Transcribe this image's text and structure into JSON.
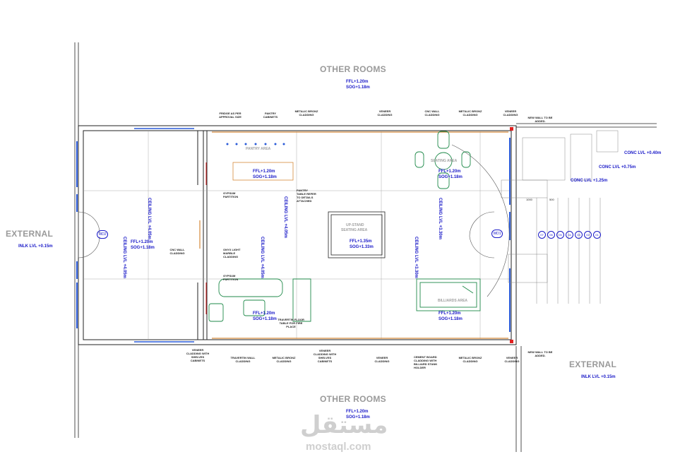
{
  "labels": {
    "other_rooms_top": "OTHER ROOMS",
    "other_rooms_bottom": "OTHER ROOMS",
    "external_left": "EXTERNAL",
    "external_right": "EXTERNAL",
    "pantry_area": "PANTRY AREA",
    "seating_area": "SEATING AREA",
    "upstand_title": "UP-STAND",
    "upstand_subtitle": "SEATING AREA",
    "billiards_area": "BILLIARDS AREA"
  },
  "levels": {
    "ffl_120": "FFL+1.20m",
    "sog_118": "SOG+1.18m",
    "ffl_135": "FFL+1.35m",
    "sog_133": "SOG+1.33m",
    "inlk": "INLK LVL +0.15m",
    "conc_040": "CONC LVL +0.40m",
    "conc_075": "CONC LVL +0.75m",
    "conc_125": "CONC LVL +1.25m",
    "ceiling_405": "CEILING LVL +4.05m",
    "ceiling_330": "CEILING LVL +3.30m"
  },
  "notes": {
    "fridge": "FRIDGE AS PER APPROVAL SIZE",
    "pantry_cabinets": "PANTRY CABINETS",
    "metalic_bronze": "METALIC BRONZ CLADDING",
    "veneer": "VENEER CLADDING",
    "cnc_wall": "CNC WALL CLADDING",
    "new_wall": "NEW WALL TO BE ADDED.",
    "pantry_table": "PANTRY TABLE REFER TO DETAILS ATTACHED",
    "gypsum": "GYPSUM PARTITION",
    "cnc_wall_left": "CNC WALL CLADDING",
    "onyx": "ONYX LIGHT MARBLE CLADDING",
    "travertin_fire": "TRAVERTIN FLOOR TABLE FOR FIRE PLACE",
    "veneer_shelves": "VENEER CLADDING WITH SHELVES CABINETS",
    "travertin_wall": "TRAVERTIN WALL CLADDING",
    "cement_board": "CEMENT BOARD CLADDING WITH BILLIARD STANK HOLDER"
  },
  "tags": {
    "wd2": "WD2",
    "wd1": "WD1",
    "steps": [
      "07",
      "06",
      "05",
      "04",
      "03",
      "02",
      "01"
    ],
    "stair_dim": "1000",
    "tread_dim": "500"
  },
  "watermark": {
    "arabic": "مستقل",
    "latin": "mostaql.com"
  },
  "colors": {
    "wall": "#222222",
    "level_text": "#1a1ac8",
    "window_blue": "#2a5ad8",
    "furniture_green": "#1f8a4a",
    "accent_red": "#e02020",
    "cladding_orange": "#d4893a"
  }
}
